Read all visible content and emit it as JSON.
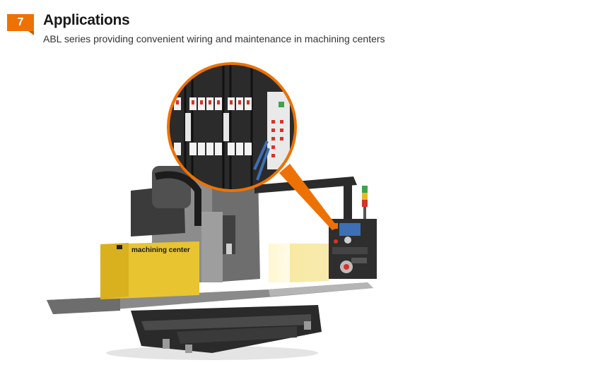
{
  "section": {
    "number": "7",
    "title": "Applications",
    "subtitle": "ABL series providing convenient wiring and maintenance in machining centers"
  },
  "illustration": {
    "machine_label": "machining center",
    "accent_color": "#ee7203",
    "body_color": "#e8c431"
  }
}
